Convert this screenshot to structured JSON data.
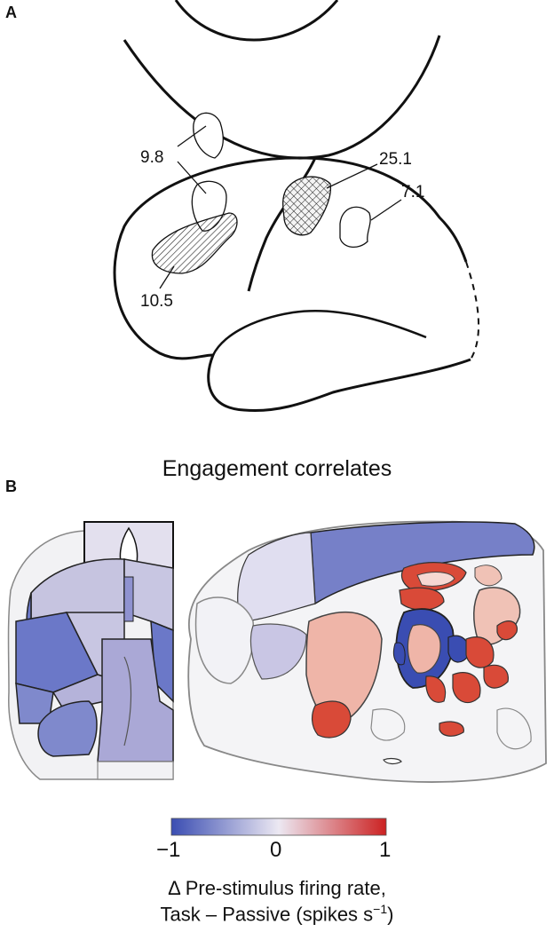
{
  "panel_a": {
    "letter": "A",
    "region_values": [
      "9.8",
      "25.1",
      "7.1",
      "10.5"
    ]
  },
  "panel_b": {
    "letter": "B",
    "title": "Engagement correlates",
    "colorbar": {
      "ticks": [
        "−1",
        "0",
        "1"
      ],
      "label_line1": "Δ Pre-stimulus firing rate,",
      "label_line2": "Task – Passive (spikes s",
      "label_sup": "−1",
      "label_close": ")",
      "colors": {
        "negative": "#3a4db2",
        "zero": "#ece8f2",
        "positive": "#cc2222"
      }
    }
  }
}
